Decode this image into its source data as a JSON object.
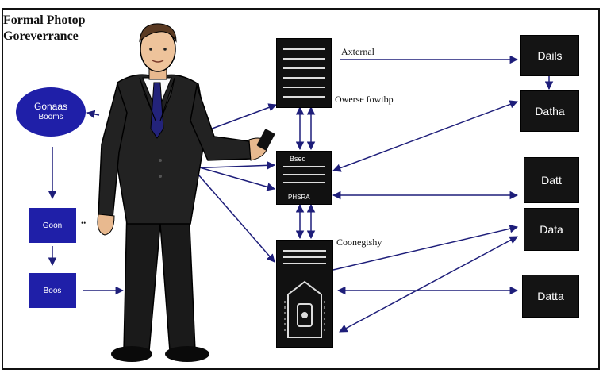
{
  "title": {
    "line1": "Formal Photop",
    "line2": "Goreverrance"
  },
  "left_panel": {
    "ellipse": {
      "label": "Gonaas",
      "sublabel": "Booms"
    },
    "box_top": {
      "label": "Goon"
    },
    "box_bottom": {
      "label": "Boos"
    },
    "small_label": "••"
  },
  "center": {
    "external_label": "Axternal",
    "ownership_label": "Owerse fowtbp",
    "compatibility_label": "Coonegtshy",
    "mid_server_tag": "Bsed",
    "mid_server_tag2": "PHSRA"
  },
  "right_boxes": [
    {
      "label": "Dails"
    },
    {
      "label": "Datha"
    },
    {
      "label": "Datt"
    },
    {
      "label": "Data"
    },
    {
      "label": "Datta"
    }
  ],
  "colors": {
    "blue": "#1f1fa8",
    "dark": "#141414",
    "line": "#1e1e7a"
  }
}
